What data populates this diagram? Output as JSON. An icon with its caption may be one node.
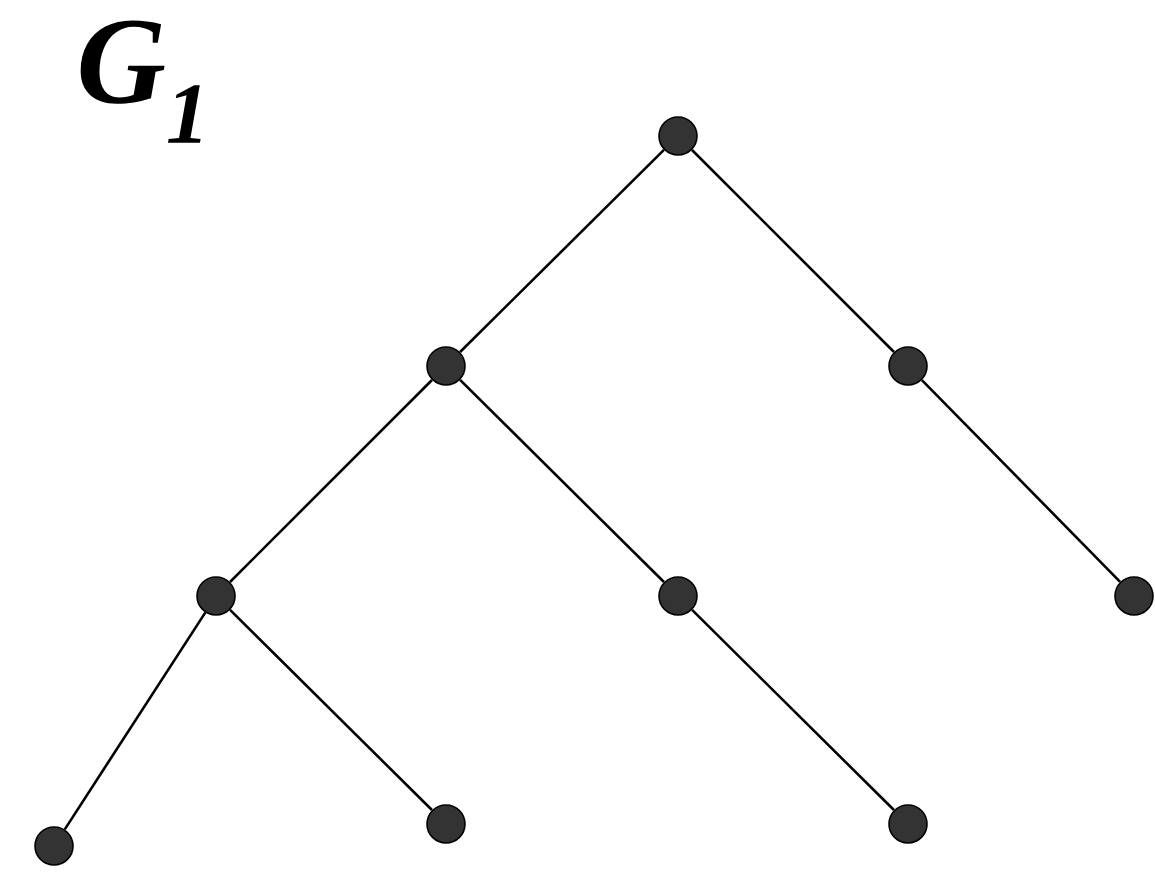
{
  "diagram": {
    "title": "G$_{1}$",
    "nodes": [
      {
        "text": [],
        "shape": "circle"
      },
      {
        "text": [],
        "shape": "circle"
      },
      {
        "text": [],
        "shape": "circle"
      },
      {
        "text": [],
        "shape": "circle"
      },
      {
        "text": [],
        "shape": "circle"
      },
      {
        "text": [],
        "shape": "circle"
      },
      {
        "text": [],
        "shape": "circle"
      },
      {
        "text": [],
        "shape": "circle"
      },
      {
        "text": [],
        "shape": "circle"
      }
    ],
    "edges": [
      {
        "from": 0,
        "to": 1,
        "arrow": "none"
      },
      {
        "from": 0,
        "to": 2,
        "arrow": "none"
      },
      {
        "from": 1,
        "to": 3,
        "arrow": "none"
      },
      {
        "from": 1,
        "to": 4,
        "arrow": "none"
      },
      {
        "from": 2,
        "to": 5,
        "arrow": "none"
      },
      {
        "from": 3,
        "to": 6,
        "arrow": "none"
      },
      {
        "from": 3,
        "to": 7,
        "arrow": "none"
      },
      {
        "from": 4,
        "to": 8,
        "arrow": "none"
      }
    ]
  }
}
